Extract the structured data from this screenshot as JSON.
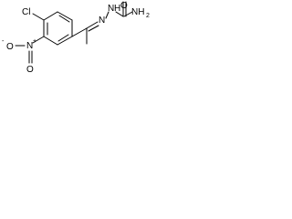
{
  "molecule": {
    "atoms": {
      "chlorine": "Cl",
      "nitro_nitrogen": "N",
      "nitro_plus": "+",
      "nitro_oxygen_single": "O",
      "nitro_minus": "-",
      "nitro_oxygen_double": "O",
      "imine_nitrogen": "N",
      "hydrazide_nitrogen": "N",
      "hydrazide_hydrogen": "H",
      "carbonyl_oxygen": "O",
      "amide_nitrogen": "NH",
      "amide_subscript": "2"
    },
    "colors": {
      "ink": "#000000",
      "background": "#ffffff"
    }
  }
}
